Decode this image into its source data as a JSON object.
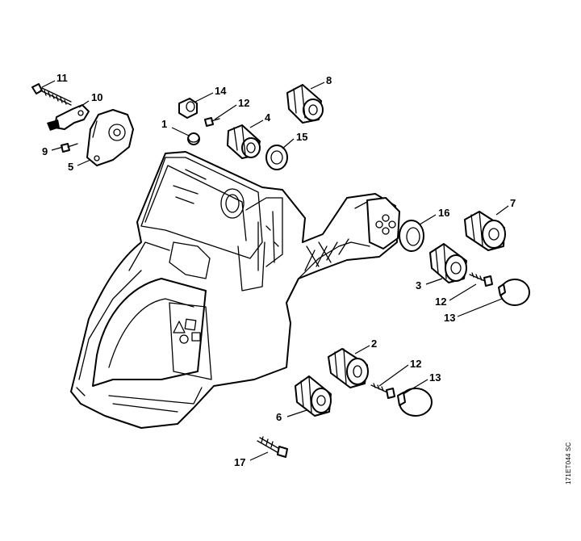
{
  "diagram": {
    "type": "exploded-parts-diagram",
    "reference_code": "171ET044 SC",
    "callouts": [
      {
        "id": "c11a",
        "label": "11",
        "part": "screw"
      },
      {
        "id": "c10",
        "label": "10",
        "part": "rocker-arm"
      },
      {
        "id": "c9",
        "label": "9",
        "part": "screw"
      },
      {
        "id": "c5",
        "label": "5",
        "part": "bracket"
      },
      {
        "id": "c14",
        "label": "14",
        "part": "plug"
      },
      {
        "id": "c12a",
        "label": "12",
        "part": "screw"
      },
      {
        "id": "c1",
        "label": "1",
        "part": "ball-plug"
      },
      {
        "id": "c4",
        "label": "4",
        "part": "annular-buffer"
      },
      {
        "id": "c8",
        "label": "8",
        "part": "annular-buffer"
      },
      {
        "id": "c15",
        "label": "15",
        "part": "washer"
      },
      {
        "id": "c16",
        "label": "16",
        "part": "washer"
      },
      {
        "id": "c7",
        "label": "7",
        "part": "annular-buffer"
      },
      {
        "id": "c3",
        "label": "3",
        "part": "annular-buffer"
      },
      {
        "id": "c12b",
        "label": "12",
        "part": "screw"
      },
      {
        "id": "c13a",
        "label": "13",
        "part": "plug-cover"
      },
      {
        "id": "c2",
        "label": "2",
        "part": "annular-buffer"
      },
      {
        "id": "c12c",
        "label": "12",
        "part": "screw"
      },
      {
        "id": "c13b",
        "label": "13",
        "part": "plug-cover"
      },
      {
        "id": "c6",
        "label": "6",
        "part": "annular-buffer"
      },
      {
        "id": "c17",
        "label": "17",
        "part": "screw"
      }
    ]
  }
}
